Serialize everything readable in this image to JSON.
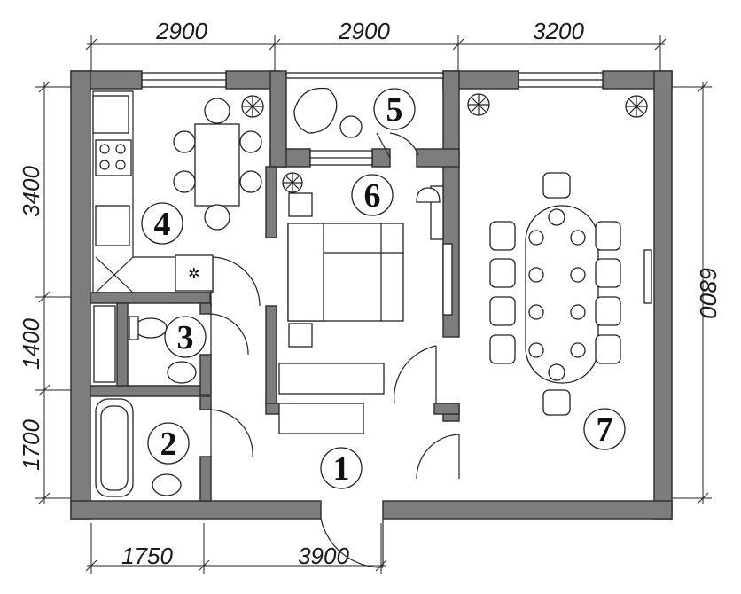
{
  "dimensions": {
    "top": [
      "2900",
      "2900",
      "3200"
    ],
    "bottom": [
      "1750",
      "3900"
    ],
    "left": [
      "3400",
      "1400",
      "1700"
    ],
    "right": [
      "6800"
    ]
  },
  "rooms": [
    {
      "number": "1"
    },
    {
      "number": "2"
    },
    {
      "number": "3"
    },
    {
      "number": "4"
    },
    {
      "number": "5"
    },
    {
      "number": "6"
    },
    {
      "number": "7"
    }
  ],
  "colors": {
    "wall": "#7d7d7d",
    "line": "#222222",
    "background": "#ffffff"
  },
  "icons": [
    "plant-icon",
    "snowflake-icon",
    "sink-icon",
    "toilet-icon",
    "bathtub-icon",
    "stove-icon",
    "armchair-icon",
    "bed-icon",
    "dining-table-icon",
    "wardrobe-icon"
  ]
}
